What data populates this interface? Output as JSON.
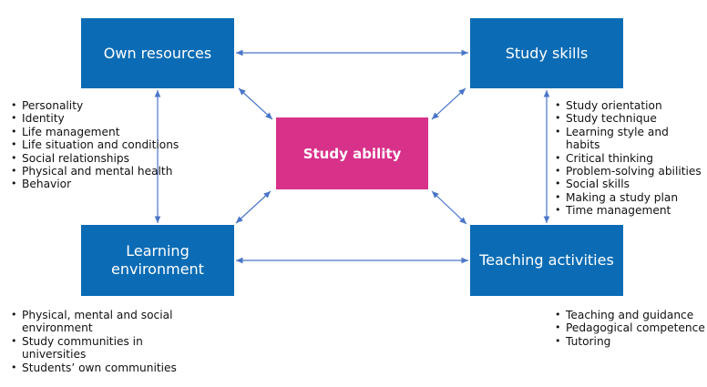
{
  "boxes": {
    "own_resources": "Own resources",
    "study_skills": "Study skills",
    "learning_environment": "Learning environment",
    "teaching_activities": "Teaching activities",
    "study_ability": "Study ability"
  },
  "lists": {
    "own_resources": [
      "Personality",
      "Identity",
      "Life management",
      "Life situation and conditions",
      "Social relationships",
      "Physical and mental health",
      "Behavior"
    ],
    "study_skills": [
      "Study orientation",
      "Study technique",
      "Learning style and habits",
      "Critical thinking",
      "Problem-solving abilities",
      "Social skills",
      "Making a study plan",
      "Time management"
    ],
    "learning_environment": [
      "Physical, mental and social environment",
      "Study communities in universities",
      "Students’ own communities"
    ],
    "teaching_activities": [
      "Teaching and guidance",
      "Pedagogical competence",
      "Tutoring"
    ]
  },
  "colors": {
    "box_blue": "#0b6cb5",
    "center_pink": "#d8318a",
    "arrow": "#4a76c8"
  }
}
